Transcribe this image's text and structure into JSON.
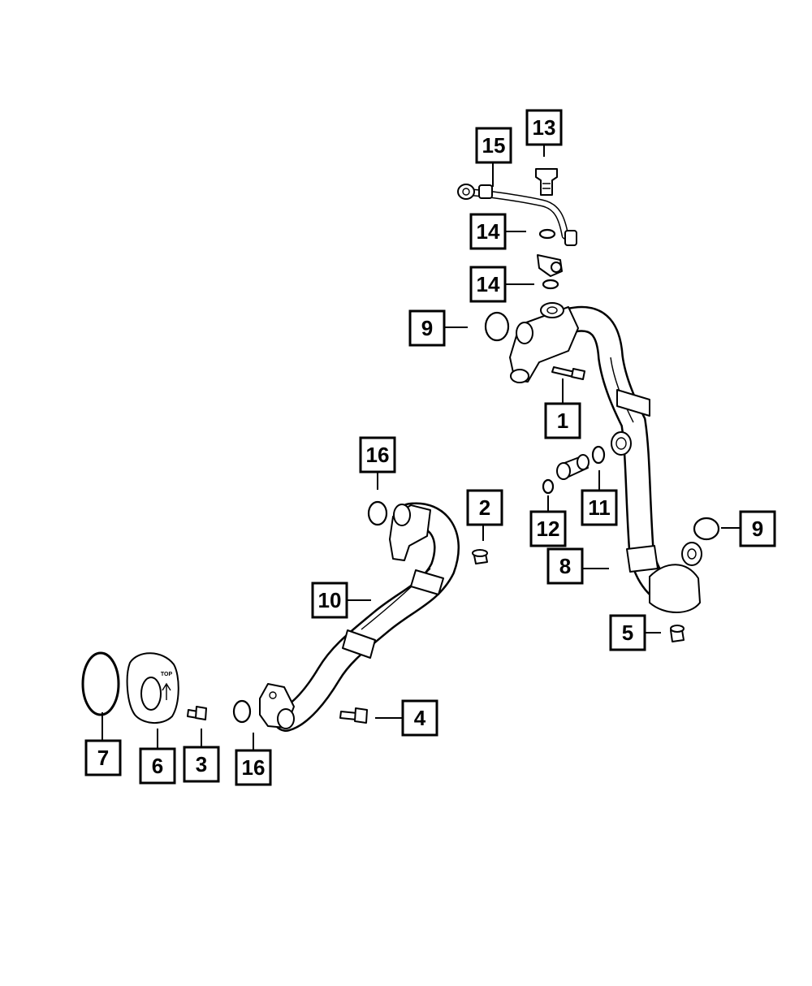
{
  "callouts": {
    "c1": "1",
    "c2": "2",
    "c3": "3",
    "c4": "4",
    "c5": "5",
    "c6": "6",
    "c7": "7",
    "c8": "8",
    "c9a": "9",
    "c9b": "9",
    "c10": "10",
    "c11": "11",
    "c12": "12",
    "c13": "13",
    "c14a": "14",
    "c14b": "14",
    "c15": "15",
    "c16a": "16",
    "c16b": "16"
  },
  "flange_stamp": "TOP"
}
